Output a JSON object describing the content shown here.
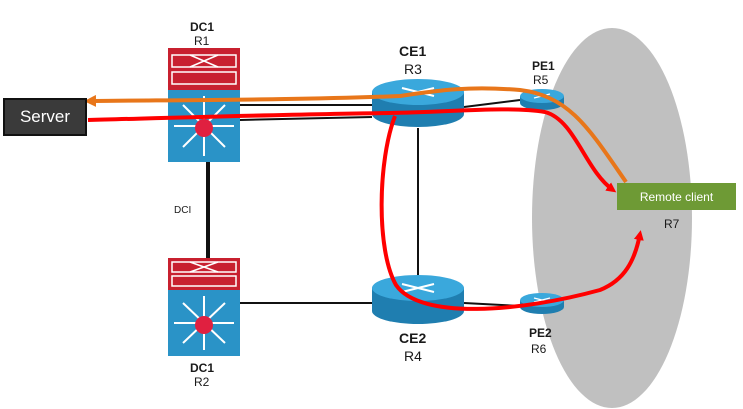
{
  "nodes": {
    "dc1_top": {
      "name": "DC1",
      "id": "R1"
    },
    "dc1_bottom": {
      "name": "DC1",
      "id": "R2"
    },
    "ce1": {
      "name": "CE1",
      "id": "R3"
    },
    "ce2": {
      "name": "CE2",
      "id": "R4"
    },
    "pe1": {
      "name": "PE1",
      "id": "R5"
    },
    "pe2": {
      "name": "PE2",
      "id": "R6"
    },
    "server": {
      "name": "Server"
    },
    "remote_client": {
      "name": "Remote client",
      "id": "R7"
    }
  },
  "labels": {
    "dci": "DCI"
  },
  "colors": {
    "link": "#111111",
    "path_red": "#ff0000",
    "path_orange": "#e8761a",
    "cloud": "#c0c0c0",
    "switch_top": "#c8202f",
    "switch_bottom": "#2a93c7",
    "router": "#2a93c7",
    "server_bg": "#3a3a3a",
    "client_bg": "#6e9a35"
  },
  "icons": {
    "dc_switch": "multilayer-switch-icon",
    "router": "router-icon"
  }
}
